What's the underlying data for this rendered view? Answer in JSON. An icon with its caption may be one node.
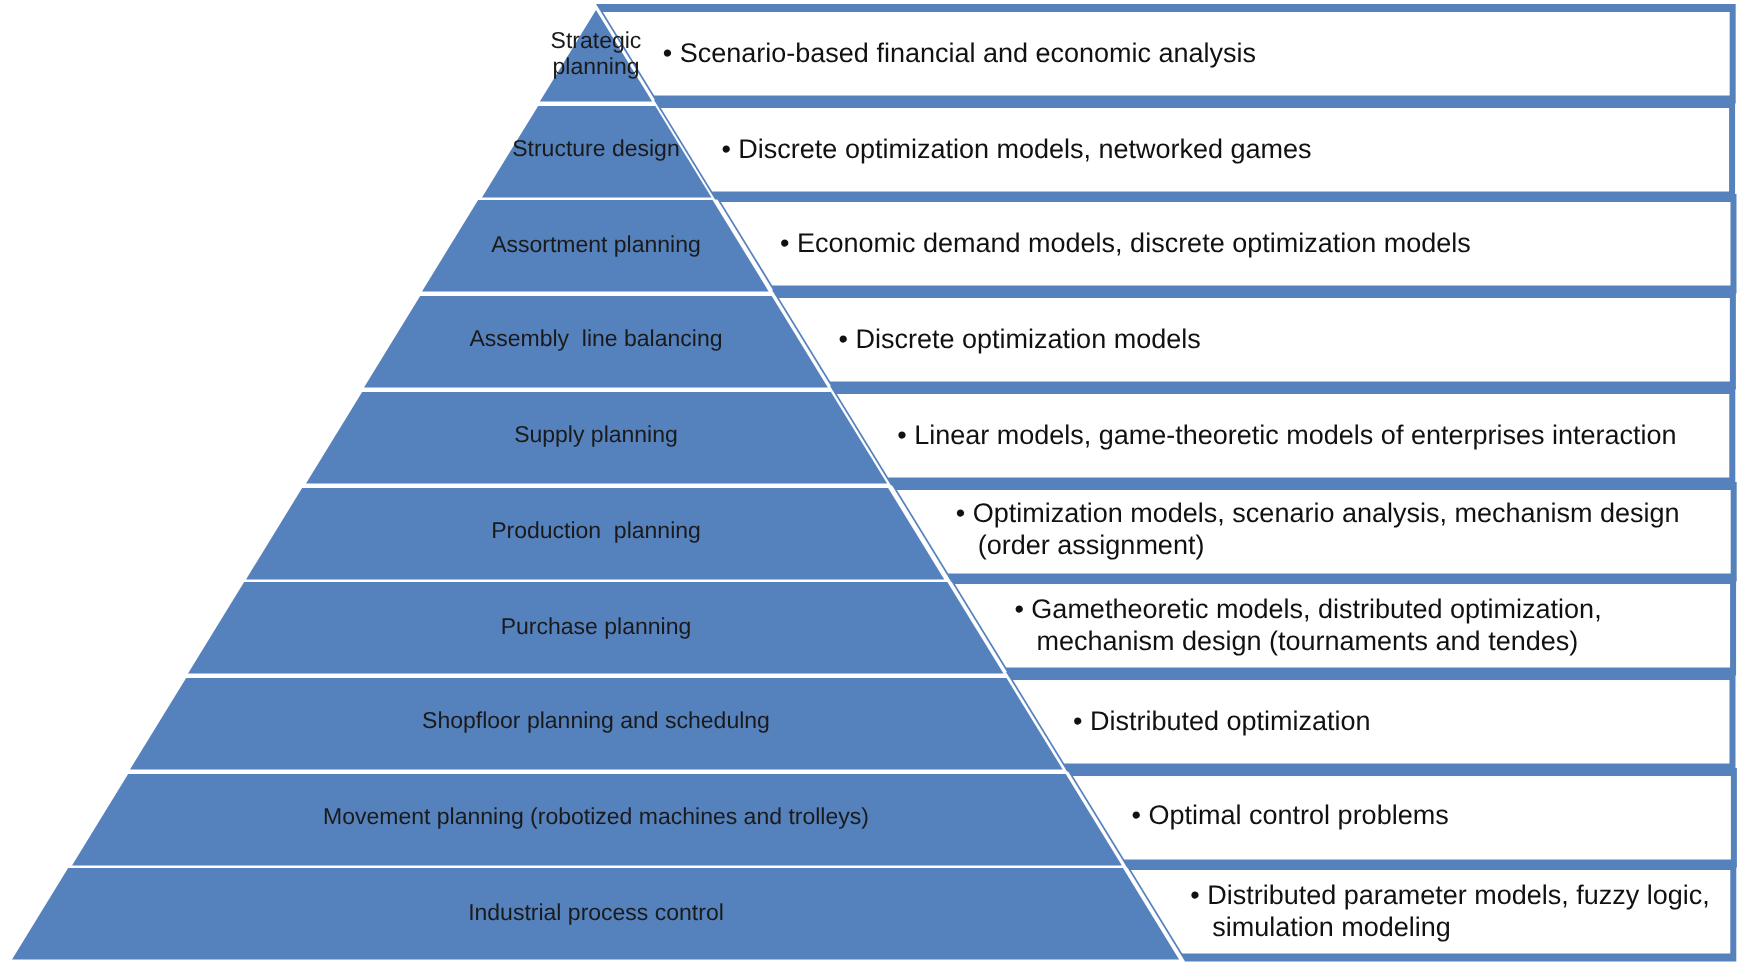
{
  "diagram": {
    "nodes": [
      {
        "text": [
          "Strategic planning"
        ]
      },
      {
        "text": [
          "Structure design"
        ]
      },
      {
        "text": [
          "Assortment planning"
        ]
      },
      {
        "text": [
          "Assembly  line balancing"
        ]
      },
      {
        "text": [
          "Supply planning"
        ]
      },
      {
        "text": [
          "Production  planning"
        ]
      },
      {
        "text": [
          "Purchase planning"
        ]
      },
      {
        "text": [
          "Shopfloor planning and schedulng"
        ]
      },
      {
        "text": [
          "Movement planning (robotized machines and trolleys)"
        ]
      },
      {
        "text": [
          "Industrial process control"
        ]
      },
      {
        "text": [
          "• Scenario-based financial and economic analysis"
        ]
      },
      {
        "text": [
          "• Discrete optimization models, networked games"
        ]
      },
      {
        "text": [
          "• Economic demand models, discrete optimization models"
        ]
      },
      {
        "text": [
          "• Discrete optimization models"
        ]
      },
      {
        "text": [
          "• Linear models, game-theoretic models of enterprises interaction"
        ]
      },
      {
        "text": [
          "• Optimization models, scenario analysis, mechanism design (order assignment)"
        ]
      },
      {
        "text": [
          "• Gametheoretic models, distributed optimization, mechanism design (tournaments and tendes)"
        ]
      },
      {
        "text": [
          "• Distributed optimization"
        ]
      },
      {
        "text": [
          "• Optimal control problems"
        ]
      },
      {
        "text": [
          "• Distributed parameter models, fuzzy logic, simulation modeling"
        ]
      }
    ]
  }
}
